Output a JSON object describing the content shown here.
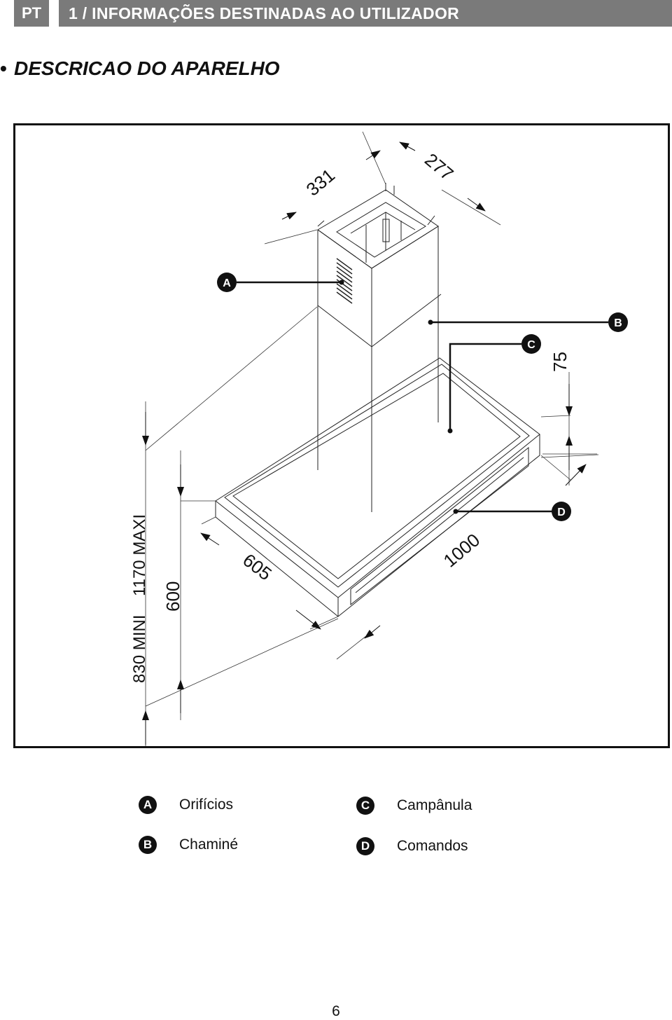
{
  "header": {
    "lang_code": "PT",
    "title": "1 / INFORMAÇÕES DESTINADAS AO UTILIZADOR"
  },
  "section": {
    "bullet": "•",
    "title": "DESCRICAO DO APARELHO"
  },
  "diagram": {
    "dimensions": {
      "chimney_width": "331",
      "chimney_depth": "277",
      "canopy_height": "75",
      "hood_depth": "605",
      "hood_width": "1000",
      "total_height": "830 MINI    1170 MAXI",
      "hood_height": "600"
    },
    "callouts": {
      "a": "A",
      "b": "B",
      "c": "C",
      "d": "D"
    }
  },
  "legend": {
    "items": [
      {
        "letter": "A",
        "label": "Orifícios"
      },
      {
        "letter": "B",
        "label": "Chaminé"
      },
      {
        "letter": "C",
        "label": "Campânula"
      },
      {
        "letter": "D",
        "label": "Comandos"
      }
    ]
  },
  "footer": {
    "page_number": "6"
  }
}
